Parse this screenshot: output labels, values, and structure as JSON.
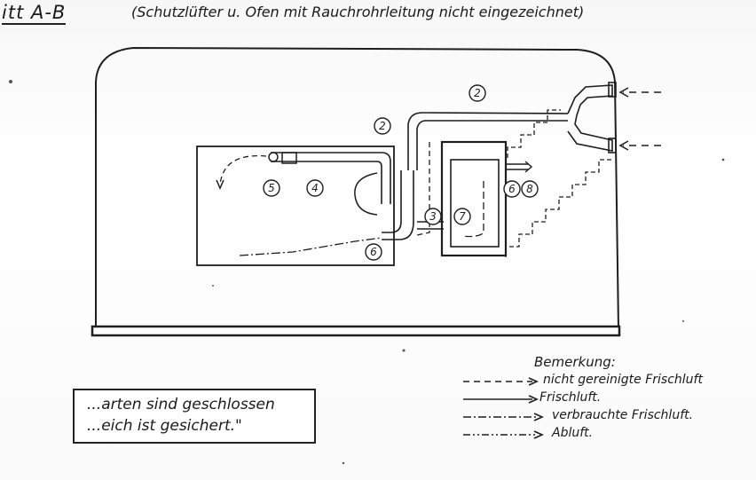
{
  "header": {
    "section_label": "itt A-B",
    "subtitle": "(Schutzlüfter u. Ofen mit Rauchrohrleitung nicht eingezeichnet)"
  },
  "callouts": [
    "2",
    "2",
    "3",
    "4",
    "5",
    "6",
    "6",
    "7",
    "8"
  ],
  "remarks": {
    "title": "Bemerkung:",
    "items": [
      {
        "label": "nicht gereinigte Frischluft",
        "style": "dashed"
      },
      {
        "label": "Frischluft.",
        "style": "solid"
      },
      {
        "label": "verbrauchte Frischluft.",
        "style": "dash-dot"
      },
      {
        "label": "Abluft.",
        "style": "dash-dot-dot"
      }
    ]
  },
  "note": {
    "line1": "...arten sind geschlossen",
    "line2": "...eich ist gesichert.\""
  },
  "colors": {
    "ink": "#1e1e1e",
    "paper": "#ffffff"
  }
}
